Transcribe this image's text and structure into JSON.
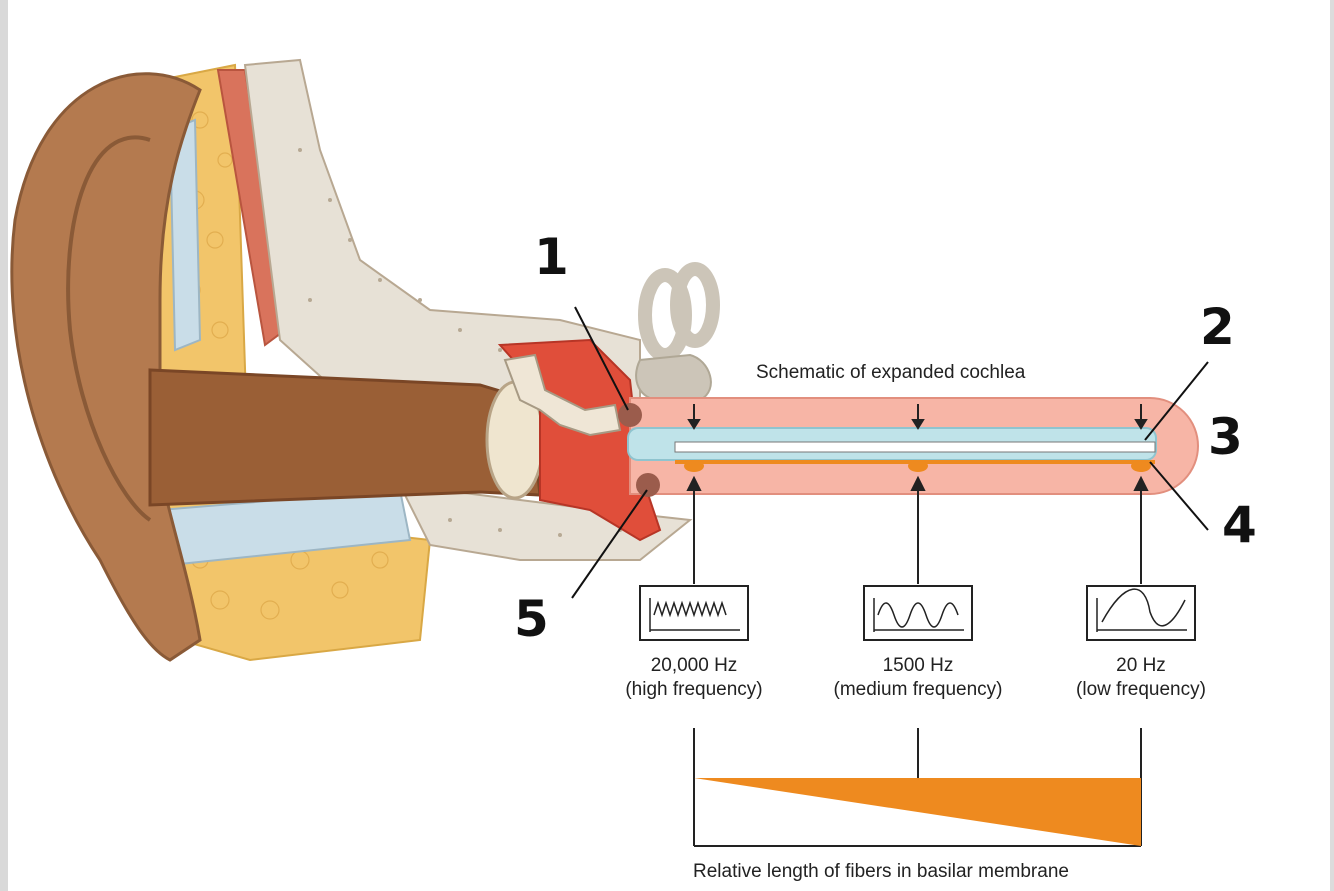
{
  "diagram": {
    "schematic_title": "Schematic of expanded cochlea",
    "bottom_caption": "Relative length of fibers in basilar membrane",
    "frequency_panels": [
      {
        "freq": "20,000 Hz",
        "desc": "(high frequency)"
      },
      {
        "freq": "1500 Hz",
        "desc": "(medium frequency)"
      },
      {
        "freq": "20 Hz",
        "desc": "(low frequency)"
      }
    ],
    "markers": [
      "1",
      "2",
      "3",
      "4",
      "5"
    ]
  },
  "colors": {
    "skin": "#b47a4f",
    "bone": "#e7e1d6",
    "fat": "#f2c56a",
    "muscle": "#d9735c",
    "cochlea": "#f7b5a6",
    "fluid": "#bfe3e9",
    "fiber": "#ee8a1f"
  }
}
